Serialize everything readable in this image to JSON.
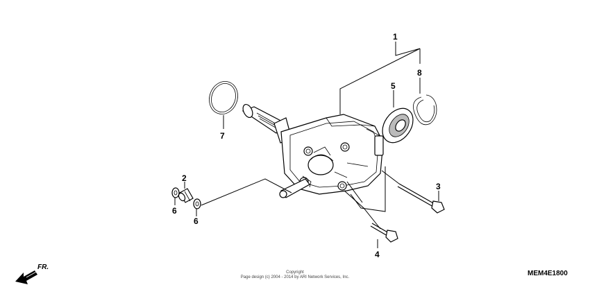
{
  "callouts": {
    "c1": "1",
    "c2": "2",
    "c3": "3",
    "c4": "4",
    "c5": "5",
    "c6a": "6",
    "c6b": "6",
    "c7": "7",
    "c8": "8"
  },
  "front_indicator": "FR.",
  "diagram_code": "MEM4E1800",
  "copyright": {
    "line1": "Copyright",
    "line2": "Page design (c) 2004 - 2014 by ARI Network Services, Inc."
  }
}
